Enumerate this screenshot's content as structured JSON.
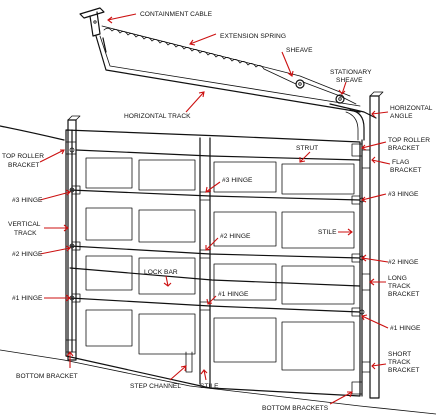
{
  "colors": {
    "leader": "#cc1111",
    "ink": "#111111",
    "background": "#ffffff"
  },
  "labels": {
    "containment_cable": "CONTAINMENT CABLE",
    "extension_spring": "EXTENSION SPRING",
    "sheave": "SHEAVE",
    "stationary_sheave": [
      "STATIONARY",
      "SHEAVE"
    ],
    "horizontal_track": "HORIZONTAL TRACK",
    "horizontal_angle": [
      "HORIZONTAL",
      "ANGLE"
    ],
    "top_roller_bracket_left": [
      "TOP ROLLER",
      "BRACKET"
    ],
    "top_roller_bracket_right": [
      "TOP ROLLER",
      "BRACKET"
    ],
    "flag_bracket": [
      "FLAG",
      "BRACKET"
    ],
    "hinge3_left": "#3 HINGE",
    "hinge3_center": "#3 HINGE",
    "hinge3_right": "#3 HINGE",
    "strut": "STRUT",
    "vertical_track": [
      "VERTICAL",
      "TRACK"
    ],
    "stile_right": "STILE",
    "hinge2_left": "#2 HINGE",
    "hinge2_center": "#2 HINGE",
    "hinge2_right": "#2 HINGE",
    "lock_bar": "LOCK BAR",
    "long_track_bracket": [
      "LONG",
      "TRACK",
      "BRACKET"
    ],
    "hinge1_left": "#1 HINGE",
    "hinge1_center": "#1 HINGE",
    "hinge1_right": "#1 HINGE",
    "short_track_bracket": [
      "SHORT",
      "TRACK",
      "BRACKET"
    ],
    "bottom_bracket": "BOTTOM BRACKET",
    "step_channel": "STEP CHANNEL",
    "stile_bottom": "STILE",
    "bottom_brackets": "BOTTOM BRACKETS"
  }
}
